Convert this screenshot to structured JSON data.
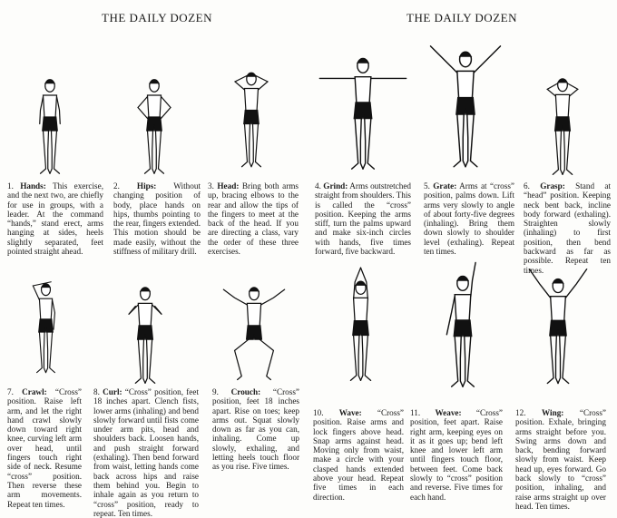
{
  "titles": [
    "THE DAILY DOZEN",
    "THE DAILY DOZEN"
  ],
  "exercises": [
    {
      "num": "1.",
      "name": "Hands:",
      "text": "This exercise, and the next two, are chiefly for use in groups, with a leader. At the command “hands,” stand erect, arms hanging at sides, heels slightly separated, feet pointed straight ahead."
    },
    {
      "num": "2.",
      "name": "Hips:",
      "text": "Without changing position of body, place hands on hips, thumbs pointing to the rear, fingers extended. This motion should be made easily, without the stiffness of military drill."
    },
    {
      "num": "3.",
      "name": "Head:",
      "text": "Bring both arms up, bracing elbows to the rear and allow the tips of the fingers to meet at the back of the head. If you are directing a class, vary the order of these three exercises."
    },
    {
      "num": "4.",
      "name": "Grind:",
      "text": "Arms outstretched straight from shoulders. This is called the “cross” position. Keeping the arms stiff, turn the palms upward and make six-inch circles with hands, five times forward, five backward."
    },
    {
      "num": "5.",
      "name": "Grate:",
      "text": "Arms at “cross” position, palms down. Lift arms very slowly to angle of about forty-five degrees (inhaling). Bring them down slowly to shoulder level (exhaling). Repeat ten times."
    },
    {
      "num": "6.",
      "name": "Grasp:",
      "text": "Stand at “head” position. Keeping neck bent back, incline body forward (exhaling). Straighten slowly (inhaling) to first position, then bend backward as far as possible. Repeat ten times."
    },
    {
      "num": "7.",
      "name": "Crawl:",
      "text": "“Cross” position. Raise left arm, and let the right hand crawl slowly down toward right knee, curving left arm over head, until fingers touch right side of neck. Resume “cross” position. Then reverse these arm movements. Repeat ten times."
    },
    {
      "num": "8.",
      "name": "Curl:",
      "text": "“Cross” position, feet 18 inches apart. Clench fists, lower arms (inhaling) and bend slowly forward until fists come under arm pits, head and shoulders back. Loosen hands, and push straight forward (exhaling). Then bend forward from waist, letting hands come back across hips and raise them behind you. Begin to inhale again as you return to “cross” position, ready to repeat. Ten times."
    },
    {
      "num": "9.",
      "name": "Crouch:",
      "text": "“Cross” position, feet 18 inches apart. Rise on toes; keep arms out. Squat slowly down as far as you can, inhaling. Come up slowly, exhaling, and letting heels touch floor as you rise. Five times."
    },
    {
      "num": "10.",
      "name": "Wave:",
      "text": "“Cross” position. Raise arms and lock fingers above head. Snap arms against head. Moving only from waist, make a circle with your clasped hands extended above your head. Repeat five times in each direction."
    },
    {
      "num": "11.",
      "name": "Weave:",
      "text": "“Cross” position, feet apart. Raise right arm, keeping eyes on it as it goes up; bend left knee and lower left arm until fingers touch floor, between feet. Come back slowly to “cross” position and reverse. Five times for each hand."
    },
    {
      "num": "12.",
      "name": "Wing:",
      "text": "“Cross” position. Exhale, bringing arms straight before you. Swing arms down and back, bending forward slowly from waist. Keep head up, eyes forward. Go back slowly to “cross” position, inhaling, and raise arms straight up over head. Ten times."
    }
  ]
}
